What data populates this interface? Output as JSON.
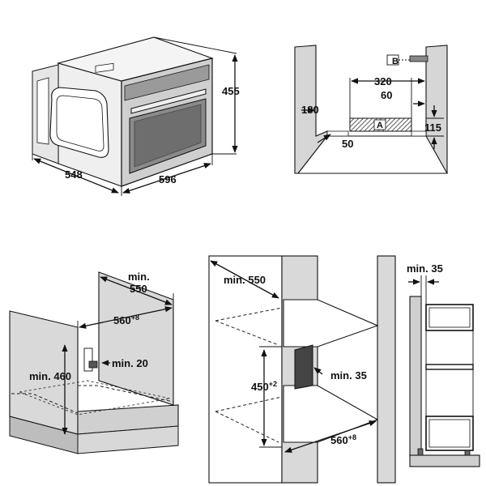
{
  "oven_dimensions": {
    "height": "455",
    "depth": "548",
    "width": "596"
  },
  "wall_cutout": {
    "marker_b": "B",
    "marker_a": "A",
    "width_320": "320",
    "height_60": "60",
    "left_180": "180",
    "bottom_50": "50",
    "right_115": "115"
  },
  "base_cabinet": {
    "depth_line1": "min.",
    "depth_line2": "550",
    "width": "560",
    "width_tolerance": "+8",
    "gap": "min. 20",
    "height": "min. 460"
  },
  "tall_cabinet": {
    "depth": "min. 550",
    "height": "450",
    "height_tolerance": "+2",
    "gap": "min. 35",
    "width": "560",
    "width_tolerance": "+8"
  },
  "side_view": {
    "gap": "min. 35"
  }
}
